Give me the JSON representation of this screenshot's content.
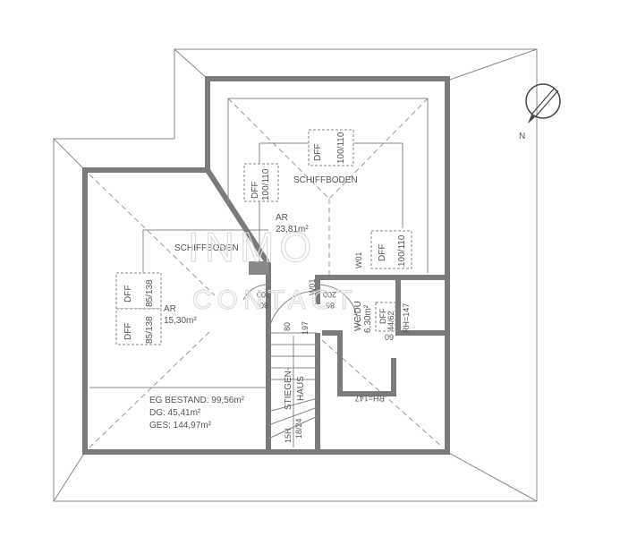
{
  "rooms": {
    "schiffboden_top": "SCHIFFBODEN",
    "schiffboden_left": "SCHIFFBODEN",
    "ar_right": {
      "name": "AR",
      "area": "23,81m²"
    },
    "ar_left": {
      "name": "AR",
      "area": "15,30m²"
    },
    "wc": {
      "name": "WC/DU",
      "area": "6,30m²"
    },
    "stair": {
      "line1": "STIEGEN-",
      "line2": "HAUS",
      "steps1": "15H",
      "steps2": "18/24"
    }
  },
  "windows": {
    "top": {
      "type": "DFF",
      "size": "100/110"
    },
    "left_upper": {
      "type": "DFF",
      "size": "100/110"
    },
    "right": {
      "type": "DFF",
      "size": "100/110"
    },
    "left_a": {
      "type": "DFF",
      "size": "85/138"
    },
    "left_b": {
      "type": "DFF",
      "size": "85/138"
    },
    "wc": {
      "type": "DFF",
      "size": "44/62"
    }
  },
  "labels": {
    "w01_a": "W01",
    "w01_b": "W01",
    "door1_h": "200",
    "door1_w": "80",
    "door2_h": "200",
    "door2_w": "86",
    "stair_door_w": "80",
    "stair_door_h": "197",
    "rh_a": "RH=147",
    "rh_b": "RH=147",
    "nine": "09"
  },
  "totals": {
    "eg": "EG BESTAND: 99,56m²",
    "dg": "DG: 45,41m²",
    "ges": "GES: 144,97m²"
  },
  "compass": {
    "label": "N"
  },
  "watermark": {
    "line1": "INMO",
    "line2": "CONTACT"
  }
}
